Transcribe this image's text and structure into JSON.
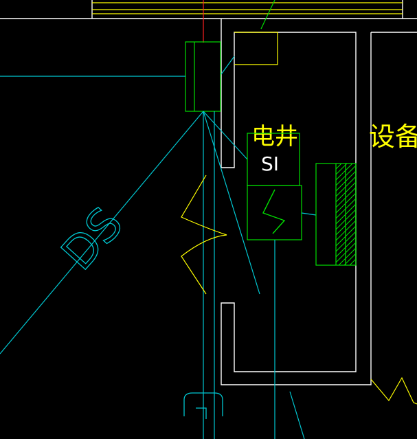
{
  "drawing": {
    "background": "#000000",
    "colors": {
      "white": "#ffffff",
      "yellow": "#ffff00",
      "cyan": "#00c8d2",
      "green": "#00e000",
      "red": "#ff2020"
    },
    "labels": {
      "electric_shaft": "电井",
      "equipment_room": "设备月",
      "panel_tag": "SI",
      "cable_tag": "DS"
    },
    "symbols": {
      "panel_icon": "lightning-zigzag-icon",
      "junction_box": "rectangle-box",
      "hatched_panel": "hatched-panel-icon",
      "cable_curve": "break-line-icon"
    }
  }
}
